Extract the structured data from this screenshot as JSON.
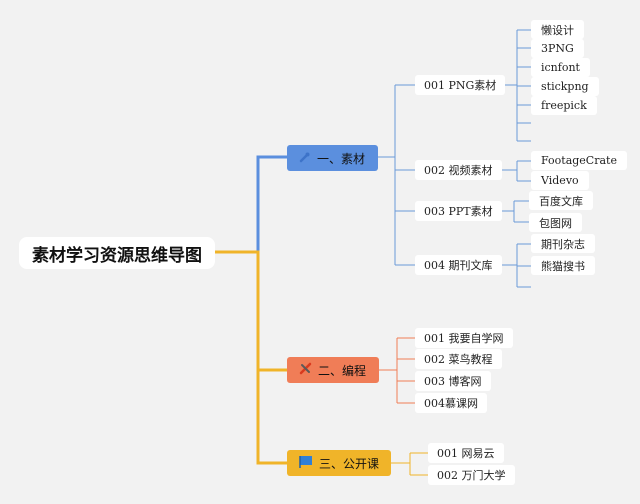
{
  "root": {
    "label": "素材学习资源思维导图"
  },
  "branches": [
    {
      "label": "一、素材",
      "color": "#5b8fde",
      "icon": "brush-icon",
      "children": [
        {
          "label": "001 PNG素材",
          "children": [
            "懒设计",
            "3PNG",
            "icnfont",
            "stickpng",
            "freepick",
            "",
            ""
          ]
        },
        {
          "label": "002 视频素材",
          "children": [
            "FootageCrate",
            "Videvo"
          ]
        },
        {
          "label": "003 PPT素材",
          "children": [
            "百度文库",
            "包图网"
          ]
        },
        {
          "label": "004 期刊文库",
          "children": [
            "期刊杂志",
            "熊猫搜书",
            ""
          ]
        }
      ]
    },
    {
      "label": "二、编程",
      "color": "#f07d57",
      "icon": "tools-icon",
      "children": [
        {
          "label": "001 我要自学网"
        },
        {
          "label": "002 菜鸟教程"
        },
        {
          "label": "003 博客网"
        },
        {
          "label": "004慕课网"
        }
      ]
    },
    {
      "label": "三、公开课",
      "color": "#f0b429",
      "icon": "flag-icon",
      "children": [
        {
          "label": "001 网易云"
        },
        {
          "label": "002 万门大学"
        }
      ]
    }
  ]
}
